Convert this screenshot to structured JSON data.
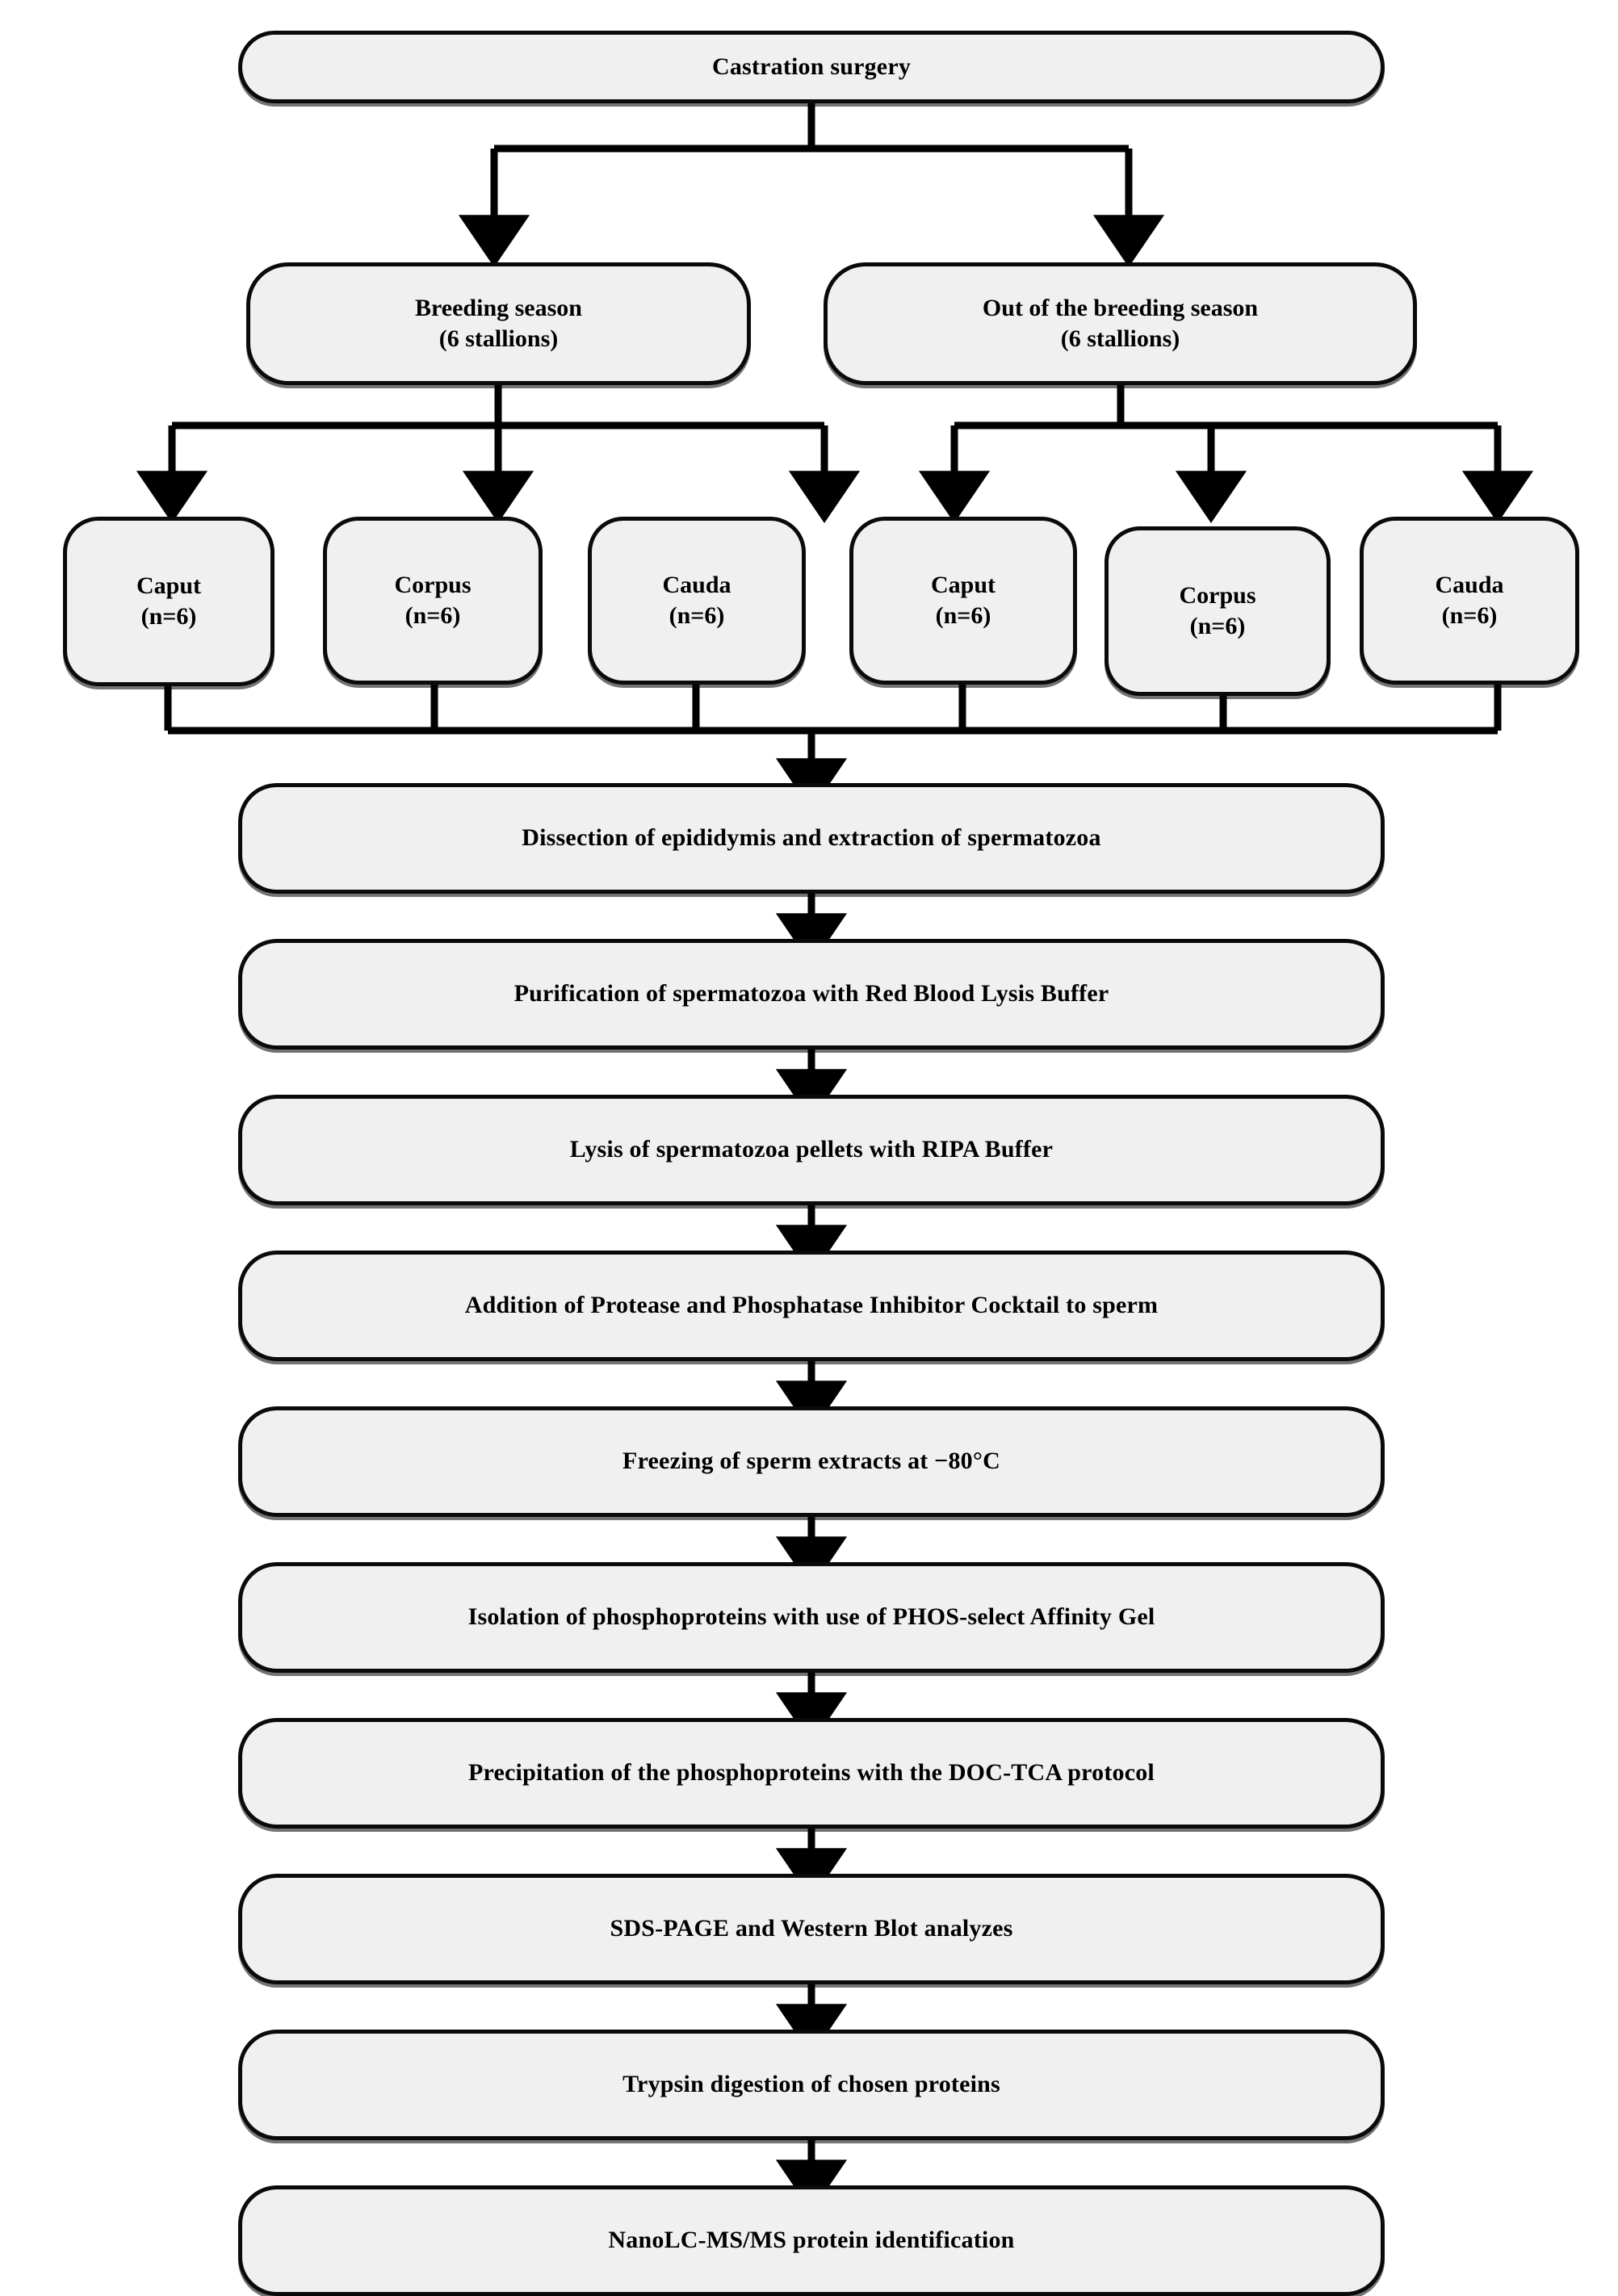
{
  "diagram": {
    "title": "Experimental workflow flowchart",
    "type": "flowchart",
    "orientation": "top-down",
    "colors": {
      "node_fill": "#f0f0f0",
      "node_border": "#0a0a0a",
      "connector": "#000000",
      "background": "#ffffff",
      "text": "#000000"
    },
    "start": {
      "label": "Castration surgery"
    },
    "seasons": [
      {
        "label": "Breeding season\n(6 stallions)"
      },
      {
        "label": "Out of the breeding season\n(6 stallions)"
      }
    ],
    "segments_breeding": [
      {
        "label": "Caput\n(n=6)"
      },
      {
        "label": "Corpus\n(n=6)"
      },
      {
        "label": "Cauda\n(n=6)"
      }
    ],
    "segments_nonbreeding": [
      {
        "label": "Caput\n(n=6)"
      },
      {
        "label": "Corpus\n(n=6)"
      },
      {
        "label": "Cauda\n(n=6)"
      }
    ],
    "steps": [
      {
        "label": "Dissection of epididymis and extraction of spermatozoa"
      },
      {
        "label": "Purification of spermatozoa with Red Blood Lysis Buffer"
      },
      {
        "label": "Lysis of spermatozoa pellets with RIPA Buffer"
      },
      {
        "label": "Addition of Protease and Phosphatase Inhibitor Cocktail to sperm"
      },
      {
        "label": "Freezing of sperm extracts at −80°C"
      },
      {
        "label": "Isolation of phosphoproteins with use of PHOS-select Affinity Gel"
      },
      {
        "label": "Precipitation of the phosphoproteins with the DOC-TCA protocol"
      },
      {
        "label": "SDS-PAGE and Western Blot analyzes"
      },
      {
        "label": "Trypsin digestion of chosen proteins"
      },
      {
        "label": "NanoLC-MS/MS protein identification"
      }
    ]
  }
}
